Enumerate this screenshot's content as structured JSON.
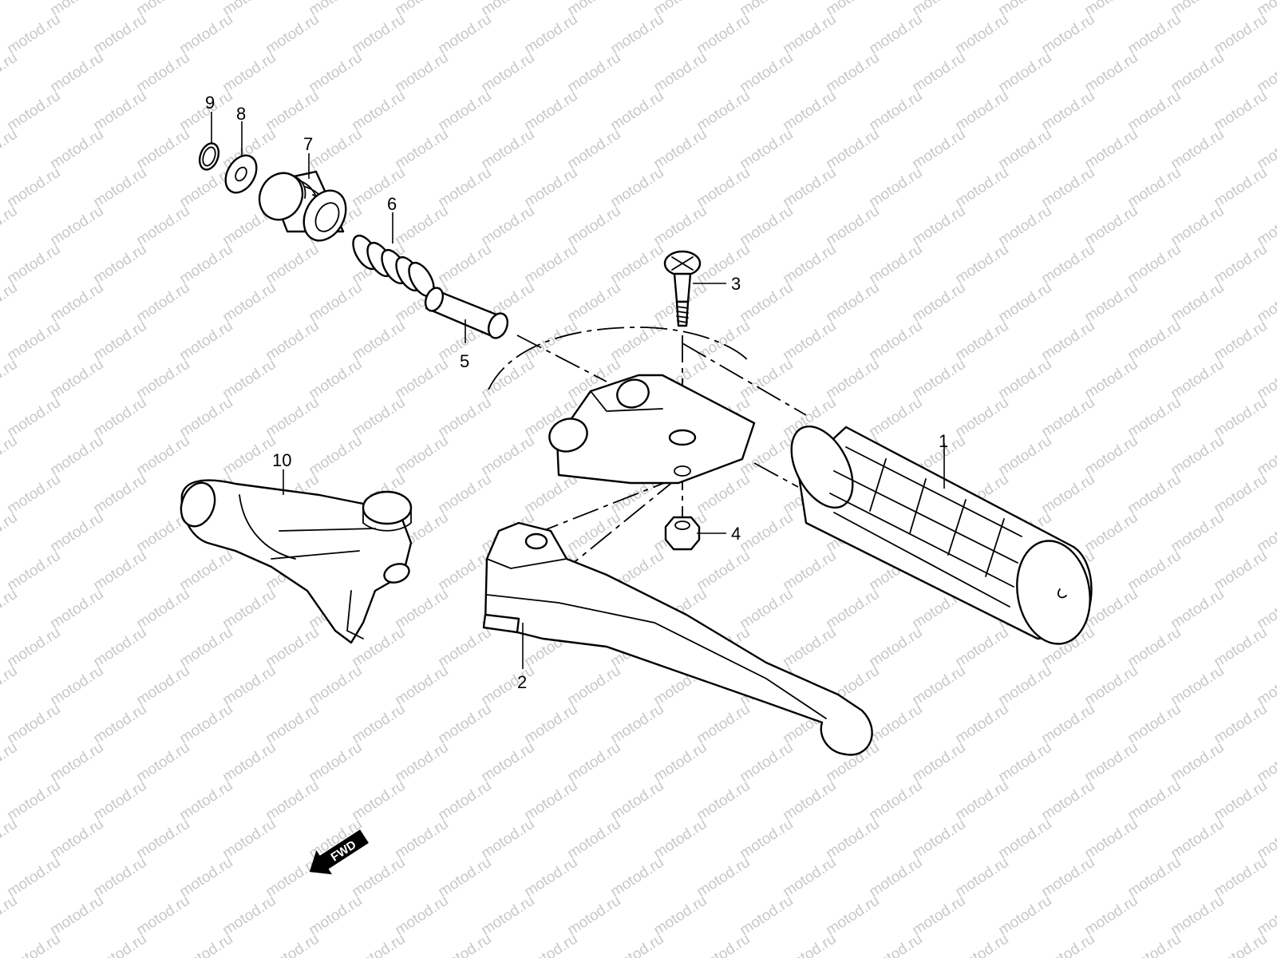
{
  "watermark": {
    "text": "motod.ru",
    "color": "#c8c8c8"
  },
  "direction_indicator": {
    "label": "FWD",
    "icon": "forward-arrow-icon"
  },
  "callouts": [
    {
      "number": "1",
      "part": "grip"
    },
    {
      "number": "2",
      "part": "lever"
    },
    {
      "number": "3",
      "part": "bolt"
    },
    {
      "number": "4",
      "part": "nut"
    },
    {
      "number": "5",
      "part": "pin"
    },
    {
      "number": "6",
      "part": "spring"
    },
    {
      "number": "7",
      "part": "adjuster"
    },
    {
      "number": "8",
      "part": "washer"
    },
    {
      "number": "9",
      "part": "circlip"
    },
    {
      "number": "10",
      "part": "lever-guard"
    }
  ]
}
